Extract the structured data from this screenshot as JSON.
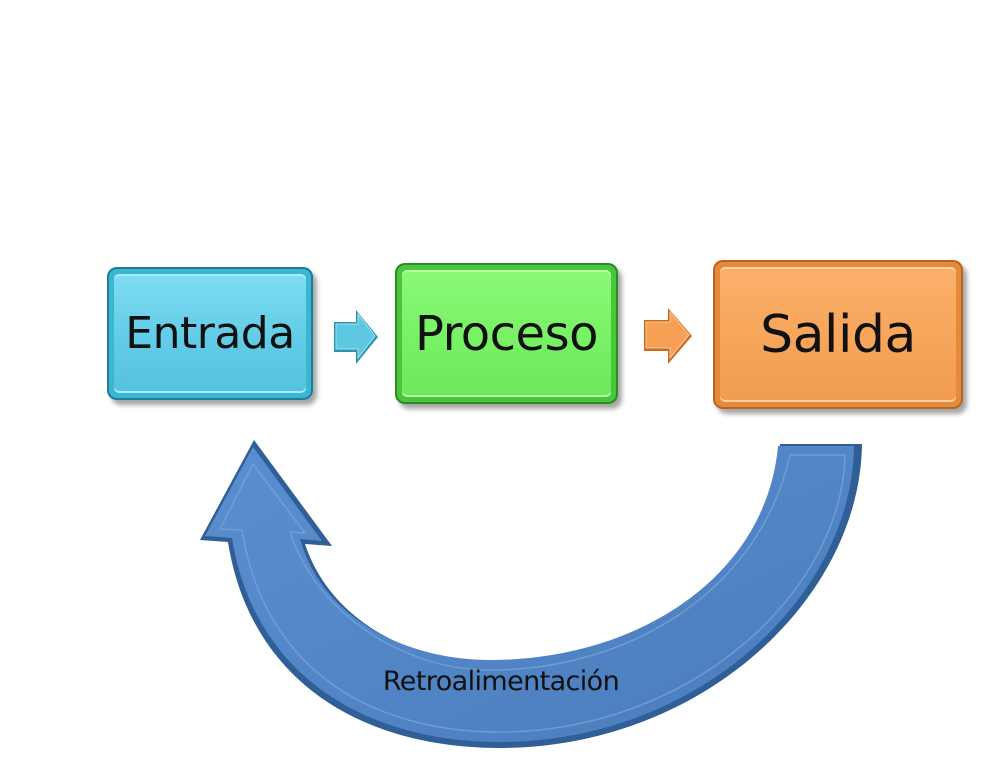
{
  "diagram": {
    "type": "flow",
    "steps": [
      {
        "id": "entrada",
        "label": "Entrada",
        "color": "#62cce8"
      },
      {
        "id": "proceso",
        "label": "Proceso",
        "color": "#78f165"
      },
      {
        "id": "salida",
        "label": "Salida",
        "color": "#f7a55a"
      }
    ],
    "connectors": [
      {
        "from": "entrada",
        "to": "proceso",
        "color": "#5ec8e2"
      },
      {
        "from": "proceso",
        "to": "salida",
        "color": "#f5a055"
      }
    ],
    "feedback": {
      "from": "salida",
      "to": "entrada",
      "label": "Retroalimentación",
      "color": "#4f81bd"
    }
  }
}
